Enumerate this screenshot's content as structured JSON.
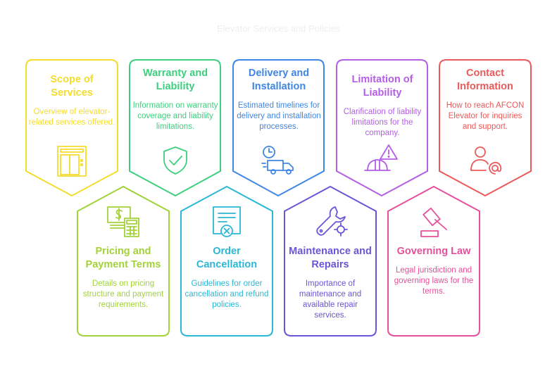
{
  "page": {
    "title": "Elevator Services and Policies"
  },
  "cards": [
    {
      "title": "Scope of Services",
      "description": "Overview of elevator-related services offered.",
      "color": "#f4dc2e",
      "icon": "elevator-icon"
    },
    {
      "title": "Warranty and Liability",
      "description": "Information on warranty coverage and liability limitations.",
      "color": "#3ecf7e",
      "icon": "shield-check-icon"
    },
    {
      "title": "Delivery and Installation",
      "description": "Estimated timelines for delivery and installation processes.",
      "color": "#3f86e6",
      "icon": "delivery-truck-icon"
    },
    {
      "title": "Limitation of Liability",
      "description": "Clarification of liability limitations for the company.",
      "color": "#b45ee6",
      "icon": "warning-helmet-icon"
    },
    {
      "title": "Contact Information",
      "description": "How to reach AFCON Elevator for inquiries and support.",
      "color": "#ea5a5a",
      "icon": "user-at-icon"
    },
    {
      "title": "Pricing and Payment Terms",
      "description": "Details on pricing structure and payment requirements.",
      "color": "#a3d23a",
      "icon": "money-calculator-icon"
    },
    {
      "title": "Order Cancellation",
      "description": "Guidelines for order cancellation and refund policies.",
      "color": "#2bb7d6",
      "icon": "cancel-document-icon"
    },
    {
      "title": "Maintenance and Repairs",
      "description": "Importance of maintenance and available repair services.",
      "color": "#6a55d9",
      "icon": "wrench-icon"
    },
    {
      "title": "Governing Law",
      "description": "Legal jurisdiction and governing laws for the terms.",
      "color": "#e6509a",
      "icon": "gavel-icon"
    }
  ]
}
